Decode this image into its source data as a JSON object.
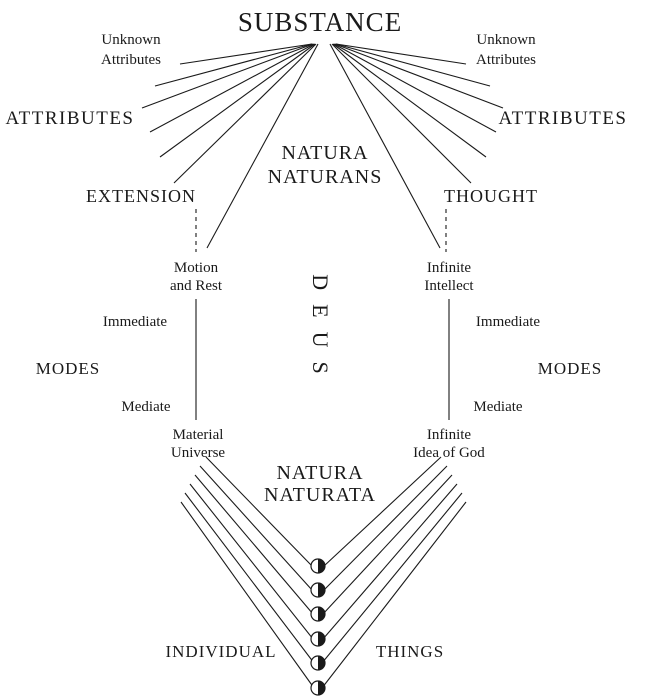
{
  "diagram": {
    "substance": "SUBSTANCE",
    "natura_naturans": [
      "NATURA",
      "NATURANS"
    ],
    "deus": "DEUS",
    "natura_naturata": [
      "NATURA",
      "NATURATA"
    ],
    "individual": "INDIVIDUAL",
    "things": "THINGS",
    "left": {
      "unknown_attributes": [
        "Unknown",
        "Attributes"
      ],
      "attributes": "ATTRIBUTES",
      "extension": "EXTENSION",
      "first_mode": [
        "Motion",
        "and Rest"
      ],
      "immediate": "Immediate",
      "modes": "MODES",
      "mediate": "Mediate",
      "mediate_mode": [
        "Material",
        "Universe"
      ]
    },
    "right": {
      "unknown_attributes": [
        "Unknown",
        "Attributes"
      ],
      "attributes": "ATTRIBUTES",
      "thought": "THOUGHT",
      "first_mode": [
        "Infinite",
        "Intellect"
      ],
      "immediate": "Immediate",
      "modes": "MODES",
      "mediate": "Mediate",
      "mediate_mode": [
        "Infinite",
        "Idea of God"
      ]
    }
  }
}
